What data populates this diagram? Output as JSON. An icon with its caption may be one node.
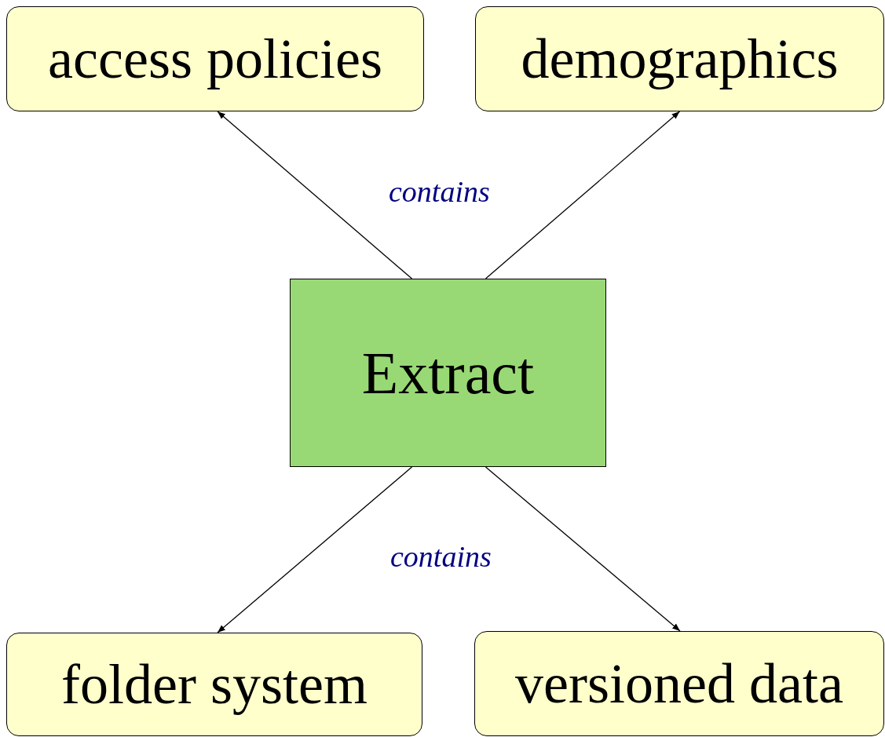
{
  "diagram": {
    "nodes": [
      {
        "text": [
          "access policies"
        ]
      },
      {
        "text": [
          "demographics"
        ]
      },
      {
        "text": [
          "Extract"
        ]
      },
      {
        "text": [
          "folder system"
        ]
      },
      {
        "text": [
          "versioned data"
        ]
      }
    ],
    "edges": [
      {
        "from": 2,
        "to": 0,
        "arrow": "to"
      },
      {
        "from": 2,
        "to": 1,
        "arrow": "to"
      },
      {
        "from": 2,
        "to": 3,
        "arrow": "to"
      },
      {
        "from": 2,
        "to": 4,
        "arrow": "to"
      }
    ],
    "labels": [
      "contains",
      "contains"
    ]
  }
}
